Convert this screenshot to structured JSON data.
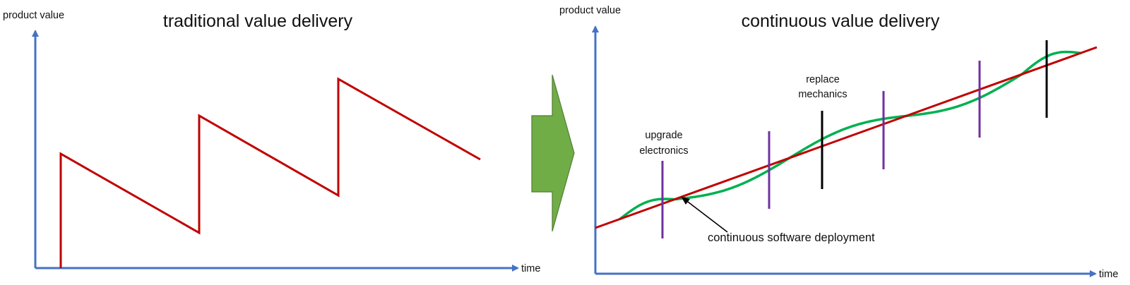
{
  "left_panel": {
    "title": "traditional value delivery",
    "y_axis_label": "product value",
    "x_axis_label": "time"
  },
  "right_panel": {
    "title": "continuous value delivery",
    "y_axis_label": "product value",
    "x_axis_label": "time",
    "annotations": {
      "upgrade_line1": "upgrade",
      "upgrade_line2": "electronics",
      "replace_line1": "replace",
      "replace_line2": "mechanics",
      "deployment": "continuous software deployment"
    }
  },
  "colors": {
    "axis": "#4472c4",
    "value_line": "#c00000",
    "software_wave": "#00b050",
    "electronics_marker": "#7030a0",
    "mechanics_marker": "#000000",
    "arrow_fill": "#70ad47",
    "arrow_stroke": "#507e32"
  }
}
